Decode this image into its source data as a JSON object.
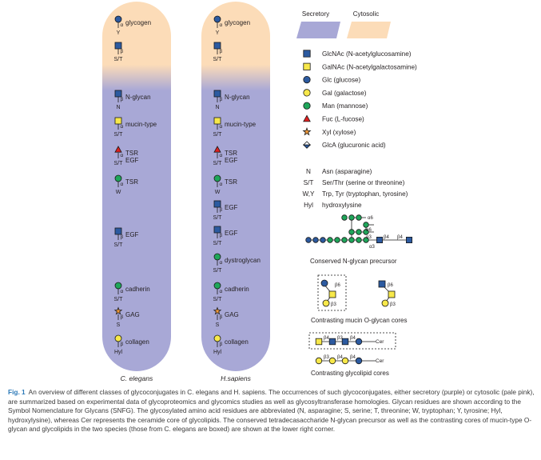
{
  "figure": {
    "columns": [
      {
        "name": "C. elegans",
        "items": [
          {
            "label": "glycogen",
            "residue": "Y",
            "link": [
              "α"
            ]
          },
          {
            "label": "",
            "residue": "S/T",
            "link": [
              "β"
            ]
          },
          {
            "label": "N-glycan",
            "residue": "N",
            "link": [
              "β"
            ]
          },
          {
            "label": "mucin-type",
            "residue": "S/T",
            "link": [
              "α"
            ]
          },
          {
            "label": "TSR",
            "label2": "EGF",
            "residue": "S/T",
            "link": [
              "α"
            ]
          },
          {
            "label": "TSR",
            "residue": "W",
            "link": [
              "α"
            ]
          },
          {
            "label": "EGF",
            "residue": "S/T",
            "link": [
              "β"
            ]
          },
          {
            "label": "cadherin",
            "residue": "S/T",
            "link": [
              "α"
            ]
          },
          {
            "label": "GAG",
            "residue": "S",
            "link": [
              "β"
            ]
          },
          {
            "label": "collagen",
            "residue": "Hyl",
            "link": [
              "β"
            ]
          }
        ]
      },
      {
        "name": "H.sapiens",
        "items": [
          {
            "label": "glycogen",
            "residue": "Y",
            "link": [
              "α"
            ]
          },
          {
            "label": "",
            "residue": "S/T",
            "link": [
              "β"
            ]
          },
          {
            "label": "N-glycan",
            "residue": "N",
            "link": [
              "β"
            ]
          },
          {
            "label": "mucin-type",
            "residue": "S/T",
            "link": [
              "α"
            ]
          },
          {
            "label": "TSR",
            "label2": "EGF",
            "residue": "S/T",
            "link": [
              "α"
            ]
          },
          {
            "label": "TSR",
            "residue": "W",
            "link": [
              "α"
            ]
          },
          {
            "label": "EGF",
            "residue": "S/T",
            "link": [
              "β"
            ]
          },
          {
            "label": "EGF",
            "residue": "S/T",
            "link": [
              "β"
            ]
          },
          {
            "label": "dystroglycan",
            "residue": "S/T",
            "link": [
              "α"
            ]
          },
          {
            "label": "cadherin",
            "residue": "S/T",
            "link": [
              "α"
            ]
          },
          {
            "label": "GAG",
            "residue": "S",
            "link": [
              "β"
            ]
          },
          {
            "label": "collagen",
            "residue": "Hyl",
            "link": [
              "β"
            ]
          }
        ]
      }
    ],
    "compartments": [
      {
        "label": "Secretory",
        "color": "#a8a8d6"
      },
      {
        "label": "Cytosolic",
        "color": "#fcdcb8"
      }
    ],
    "symbols": [
      {
        "shape": "square",
        "color": "#2c5aa0",
        "label": "GlcNAc (N-acetylglucosamine)"
      },
      {
        "shape": "square",
        "color": "#f7e84a",
        "label": "GalNAc (N-acetylgalactosamine)"
      },
      {
        "shape": "circle",
        "color": "#2c5aa0",
        "label": "Glc (glucose)"
      },
      {
        "shape": "circle",
        "color": "#f7e84a",
        "label": "Gal (galactose)"
      },
      {
        "shape": "circle",
        "color": "#1fa65a",
        "label": "Man (mannose)"
      },
      {
        "shape": "triangle",
        "color": "#e02020",
        "label": "Fuc (L-fucose)"
      },
      {
        "shape": "star",
        "color": "#f29a3a",
        "label": "Xyl (xylose)"
      },
      {
        "shape": "diamond",
        "color": "#2c5aa0",
        "label": "GlcA (glucuronic acid)"
      }
    ],
    "abbreviations": [
      {
        "code": "N",
        "meaning": "Asn (asparagine)"
      },
      {
        "code": "S/T",
        "meaning": "Ser/Thr (serine or threonine)"
      },
      {
        "code": "W,Y",
        "meaning": "Trp, Tyr (tryptophan, tyrosine)"
      },
      {
        "code": "Hyl",
        "meaning": "hydroxylysine"
      }
    ],
    "panels": {
      "nglycan": {
        "title": "Conserved N-glycan precursor",
        "links": [
          "α6",
          "α6",
          "α3",
          "α3",
          "β4",
          "β4"
        ]
      },
      "mucin": {
        "title": "Contrasting mucin O-glycan cores",
        "links": [
          "β6",
          "β3",
          "β6",
          "β3"
        ]
      },
      "glycolipid": {
        "title": "Contrasting glycolipid cores",
        "links": [
          "β4",
          "β3",
          "β4",
          "β3",
          "β4",
          "β4"
        ],
        "cer": "Cer"
      }
    }
  },
  "caption": {
    "label": "Fig. 1",
    "text": "An overview of different classes of glycoconjugates in C. elegans and H. sapiens. The occurrences of such glycoconjugates, either secretory (purple) or cytosolic (pale pink), are summarized based on experimental data of glycoproteomics and glycomics studies as well as glycosyltransferase homologies. Glycan residues are shown according to the Symbol Nomenclature for Glycans (SNFG). The glycosylated amino acid residues are abbreviated (N, asparagine; S, serine; T, threonine; W, tryptophan; Y, tyrosine; Hyl, hydroxylysine), whereas Cer represents the ceramide core of glycolipids. The conserved tetradecasaccharide N-glycan precursor as well as the contrasting cores of mucin-type O-glycan and glycolipids in the two species (those from C. elegans are boxed) are shown at the lower right corner."
  }
}
